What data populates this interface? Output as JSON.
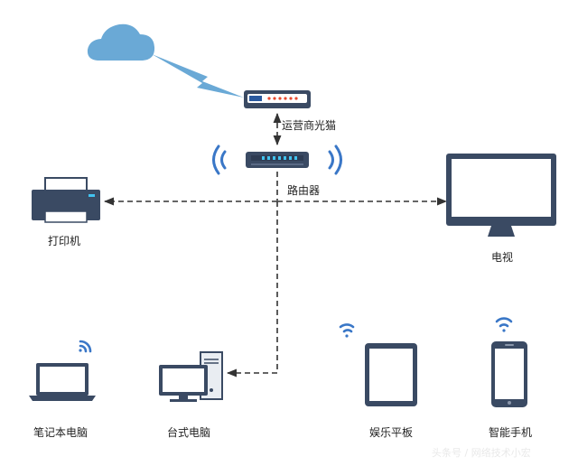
{
  "labels": {
    "modem": "运营商光猫",
    "router": "路由器",
    "printer": "打印机",
    "tv": "电视",
    "laptop": "笔记本电脑",
    "desktop": "台式电脑",
    "tablet": "娱乐平板",
    "phone": "智能手机"
  },
  "watermark": "头条号 / 网络技术小宏",
  "colors": {
    "cloud": "#6aa9d6",
    "lightning": "#6aa9d6",
    "device_dark": "#3a4a63",
    "wifi": "#3a77c7",
    "screen": "#ffffff",
    "modem_leds": "#e8492f",
    "router_leds": "#42c3f0",
    "line": "#333333"
  },
  "icons": {
    "cloud": "cloud-icon",
    "modem": "modem-icon",
    "router": "router-icon",
    "printer": "printer-icon",
    "tv": "tv-monitor-icon",
    "laptop": "laptop-icon",
    "desktop": "desktop-computer-icon",
    "tablet": "tablet-icon",
    "phone": "smartphone-icon",
    "wifi": "wifi-signal-icon"
  }
}
